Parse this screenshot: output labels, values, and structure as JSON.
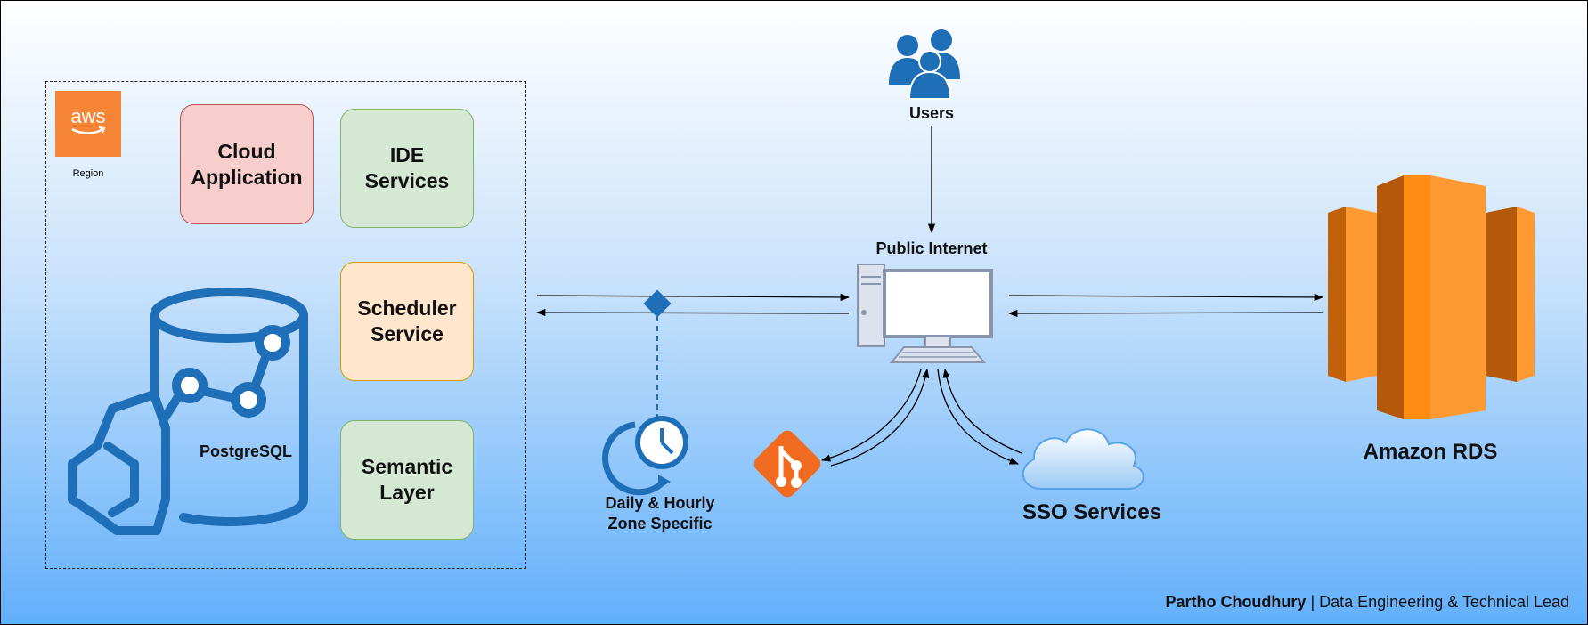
{
  "region": {
    "logo_text": "aws",
    "label": "Region"
  },
  "services": {
    "cloud_application": "Cloud\nApplication",
    "ide_services": "IDE\nServices",
    "scheduler_service": "Scheduler\nService",
    "semantic_layer": "Semantic\nLayer"
  },
  "database": {
    "label": "PostgreSQL"
  },
  "users": {
    "label": "Users"
  },
  "internet": {
    "label": "Public Internet"
  },
  "schedule": {
    "label": "Daily & Hourly\nZone Specific"
  },
  "sso": {
    "label": "SSO Services"
  },
  "rds": {
    "label": "Amazon RDS"
  },
  "footer": {
    "author": "Partho Choudhury",
    "separator": " | ",
    "role": "Data Engineering & Technical Lead"
  },
  "colors": {
    "aws_orange": "#f58534",
    "icon_blue": "#1e6eb8",
    "rds_orange": "#ff8c14",
    "git_orange": "#f06b1f"
  },
  "icons": [
    "aws-logo",
    "users-icon",
    "computer-icon",
    "clock-icon",
    "git-icon",
    "cloud-icon",
    "rds-icon",
    "postgresql-icon"
  ]
}
